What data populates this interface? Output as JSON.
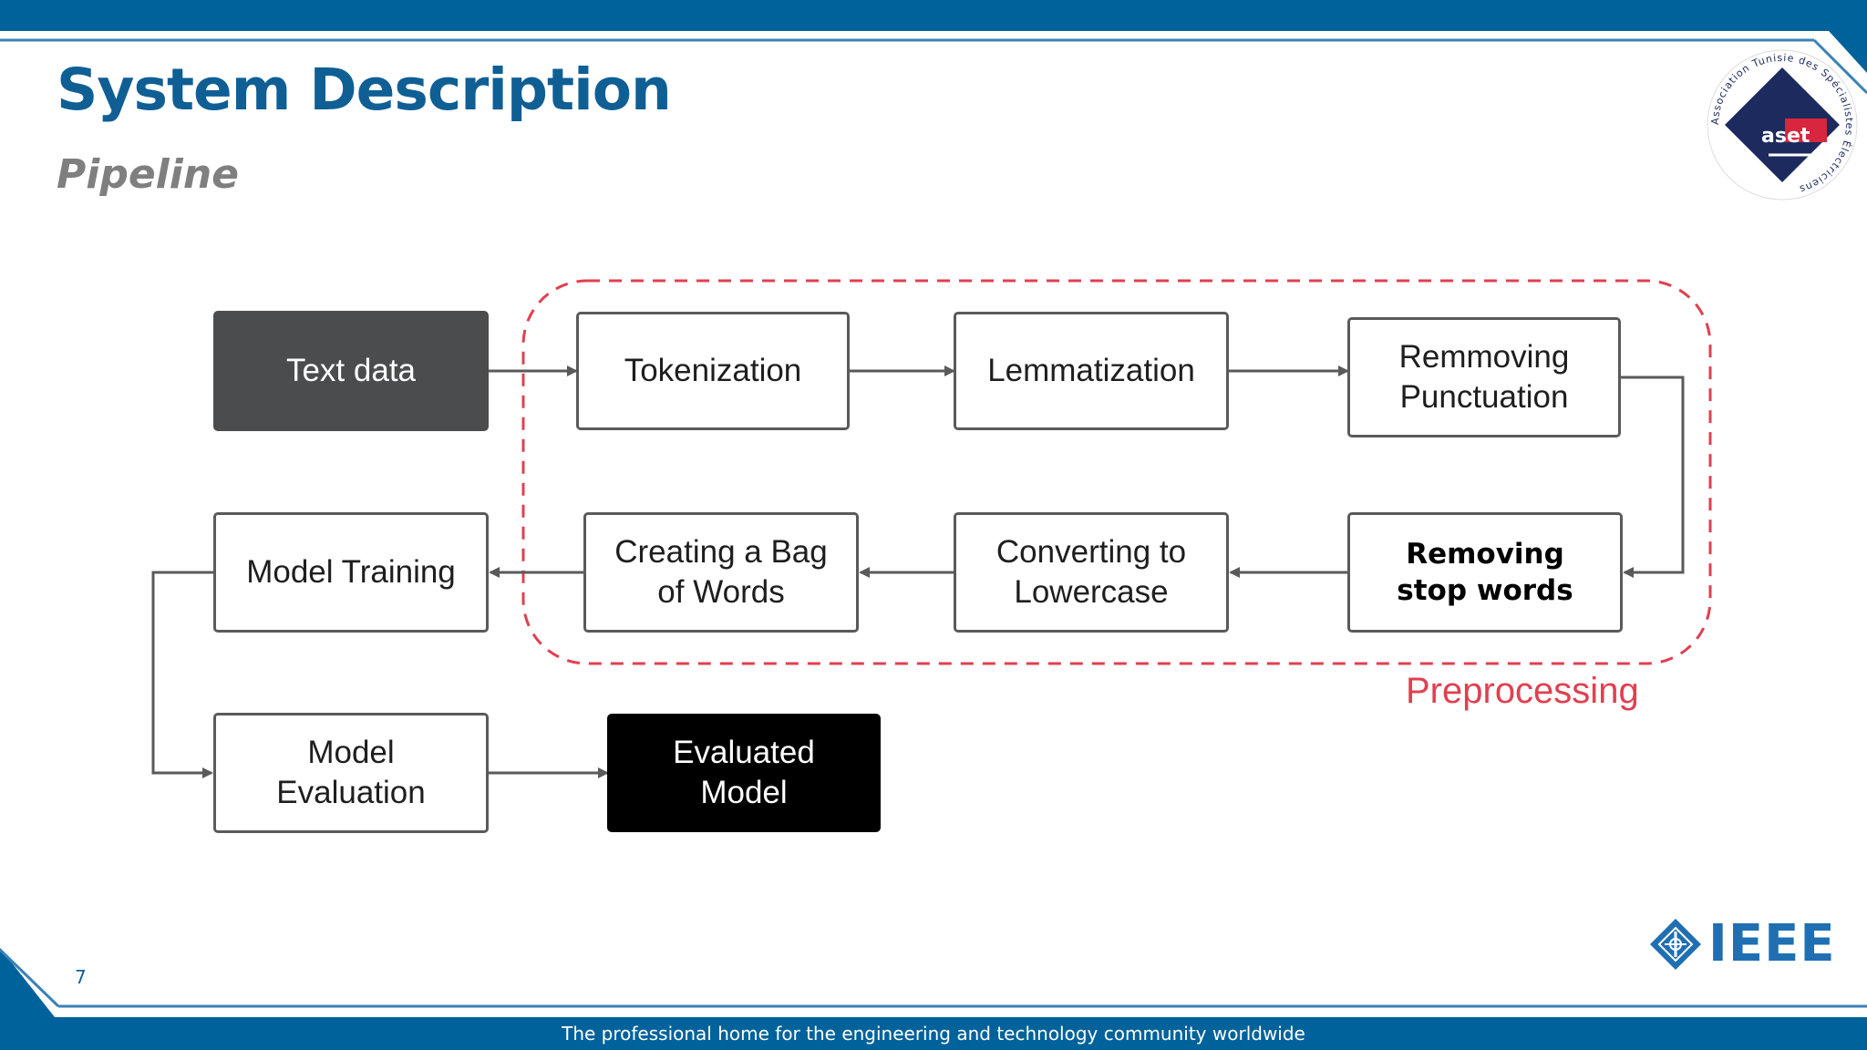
{
  "slide": {
    "title": "System Description",
    "subtitle": "Pipeline",
    "page_number": "7",
    "footer": "The professional home for the engineering and technology community worldwide"
  },
  "colors": {
    "brand_blue": "#0f5f95",
    "footer_bar": "#00629b",
    "dashed_group": "#e04050",
    "dark_box": "#4a4c4e",
    "black_box": "#000000"
  },
  "diagram": {
    "group_label": "Preprocessing",
    "nodes": [
      {
        "id": "text-data",
        "lines": [
          "Text data"
        ],
        "style": "dark"
      },
      {
        "id": "tokenization",
        "lines": [
          "Tokenization"
        ],
        "style": "plain"
      },
      {
        "id": "lemmatization",
        "lines": [
          "Lemmatization"
        ],
        "style": "plain"
      },
      {
        "id": "removing-punctuation",
        "lines": [
          "Remmoving",
          "Punctuation"
        ],
        "style": "plain"
      },
      {
        "id": "removing-stop-words",
        "lines": [
          "Removing",
          "stop words"
        ],
        "style": "bold"
      },
      {
        "id": "converting-lowercase",
        "lines": [
          "Converting to",
          "Lowercase"
        ],
        "style": "plain"
      },
      {
        "id": "bag-of-words",
        "lines": [
          "Creating a Bag",
          "of Words"
        ],
        "style": "plain"
      },
      {
        "id": "model-training",
        "lines": [
          "Model Training"
        ],
        "style": "plain"
      },
      {
        "id": "model-evaluation",
        "lines": [
          "Model",
          "Evaluation"
        ],
        "style": "plain"
      },
      {
        "id": "evaluated-model",
        "lines": [
          "Evaluated",
          "Model"
        ],
        "style": "black"
      }
    ],
    "edges": [
      [
        "text-data",
        "tokenization"
      ],
      [
        "tokenization",
        "lemmatization"
      ],
      [
        "lemmatization",
        "removing-punctuation"
      ],
      [
        "removing-punctuation",
        "removing-stop-words"
      ],
      [
        "removing-stop-words",
        "converting-lowercase"
      ],
      [
        "converting-lowercase",
        "bag-of-words"
      ],
      [
        "bag-of-words",
        "model-training"
      ],
      [
        "model-training",
        "model-evaluation"
      ],
      [
        "model-evaluation",
        "evaluated-model"
      ]
    ]
  },
  "logos": {
    "aset_text": "aset",
    "aset_ring": "Association Tunisie des Spécialistes Électriciens",
    "ieee": "IEEE"
  }
}
